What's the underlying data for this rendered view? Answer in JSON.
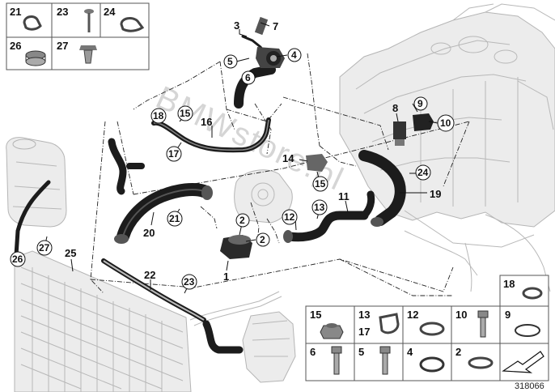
{
  "reference_number": "318066",
  "watermark": "BMWstore.pl",
  "callouts": {
    "c1": "1",
    "c2a": "2",
    "c2b": "2",
    "c3": "3",
    "c4": "4",
    "c5": "5",
    "c6": "6",
    "c7": "7",
    "c8": "8",
    "c9": "9",
    "c10": "10",
    "c11": "11",
    "c12": "12",
    "c13": "13",
    "c14": "14",
    "c15a": "15",
    "c15b": "15",
    "c16": "16",
    "c17": "17",
    "c18": "18",
    "c19": "19",
    "c20": "20",
    "c21": "21",
    "c22": "22",
    "c23": "23",
    "c24": "24",
    "c25": "25",
    "c26": "26",
    "c27": "27"
  },
  "parts_grid_top_left": [
    "21",
    "23",
    "24",
    "26",
    "27"
  ],
  "parts_grid_bottom_right": {
    "p18": "18",
    "p15": "15",
    "p13": "13",
    "p17": "17",
    "p12": "12",
    "p10": "10",
    "p9": "9",
    "p6": "6",
    "p5": "5",
    "p4": "4",
    "p2": "2"
  },
  "colors": {
    "hose": "#1c1c1c",
    "ghost_line": "#b8b8b8",
    "ghost_fill": "#ececec",
    "watermark": "#8a8a8a"
  },
  "icons": [
    "clamp-icon",
    "pin-icon",
    "screw-icon",
    "nut-icon",
    "o-ring-icon",
    "bolt-icon",
    "arrow-icon"
  ]
}
